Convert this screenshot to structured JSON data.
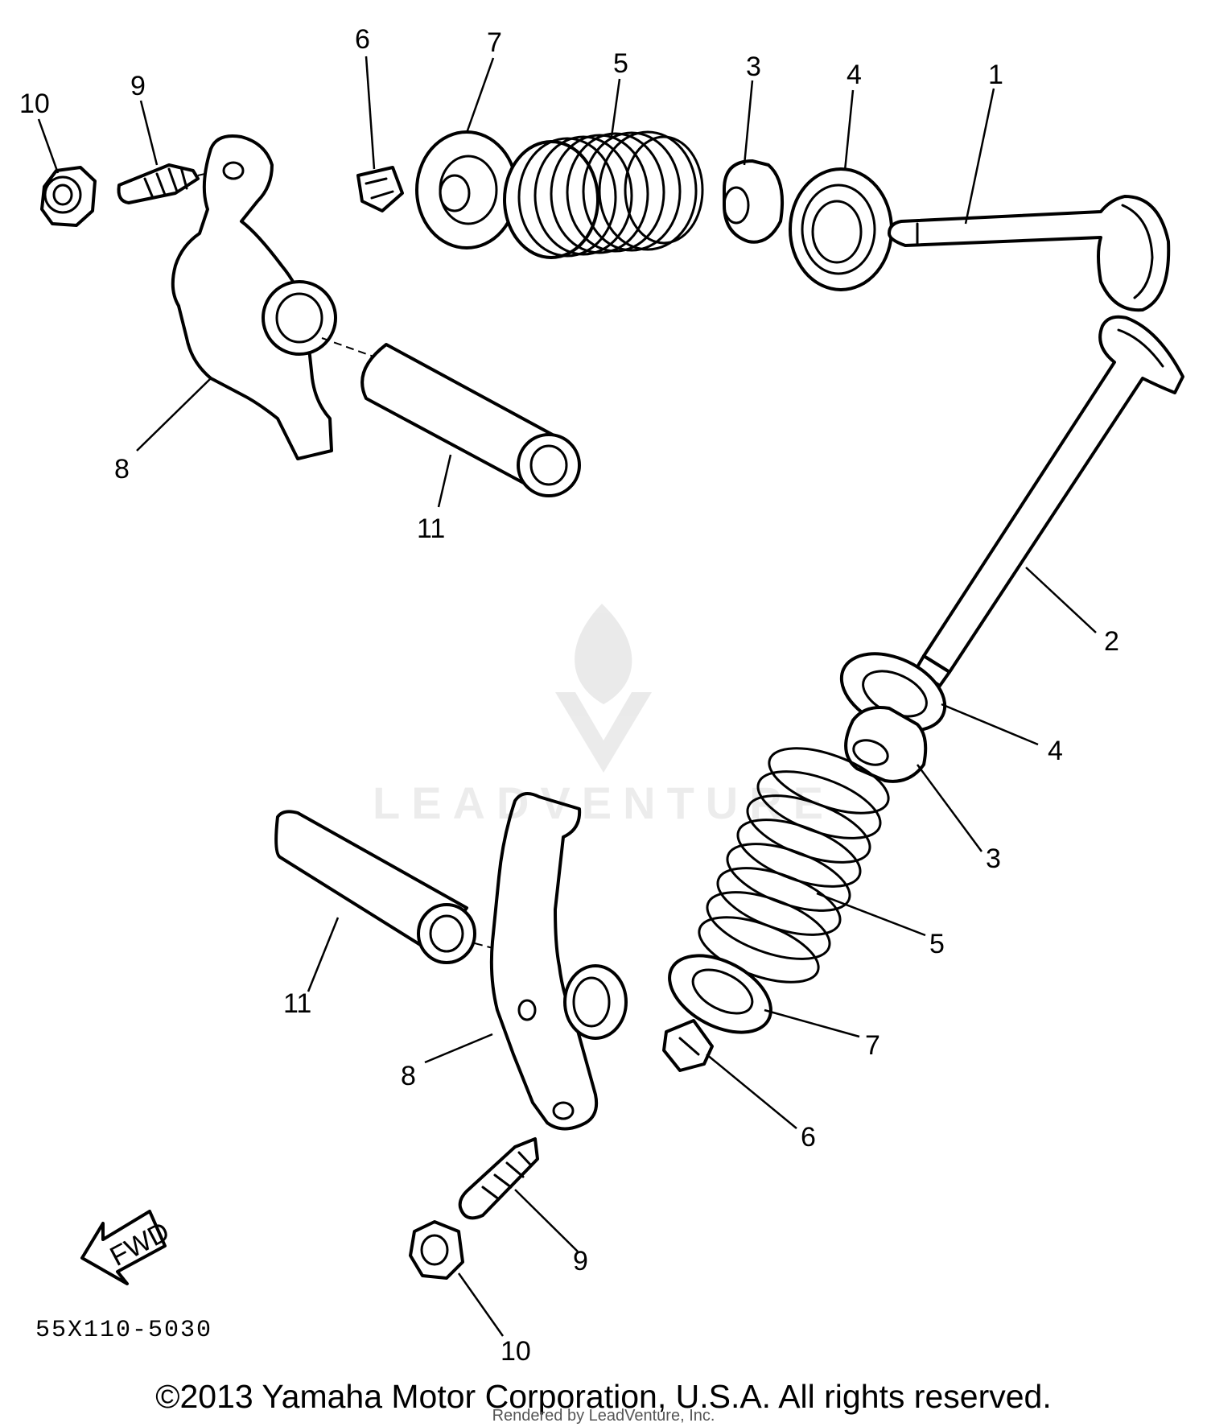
{
  "callouts": {
    "top": {
      "c10": "10",
      "c9": "9",
      "c6": "6",
      "c7": "7",
      "c5": "5",
      "c3": "3",
      "c4": "4",
      "c1": "1",
      "c8": "8",
      "c11": "11"
    },
    "bottom": {
      "c2": "2",
      "c4": "4",
      "c3": "3",
      "c5": "5",
      "c7": "7",
      "c6": "6",
      "c11": "11",
      "c8": "8",
      "c9": "9",
      "c10": "10"
    }
  },
  "fwd_arrow": {
    "label": "FWD"
  },
  "diagram_code": "55X110-5030",
  "copyright": "©2013 Yamaha Motor Corporation, U.S.A. All rights reserved.",
  "rendered_by": "Rendered by LeadVenture, Inc.",
  "watermark": {
    "text": "LEADVENTURE"
  },
  "colors": {
    "ink": "#000000",
    "paper": "#ffffff",
    "watermark": "#d9d9d9"
  }
}
